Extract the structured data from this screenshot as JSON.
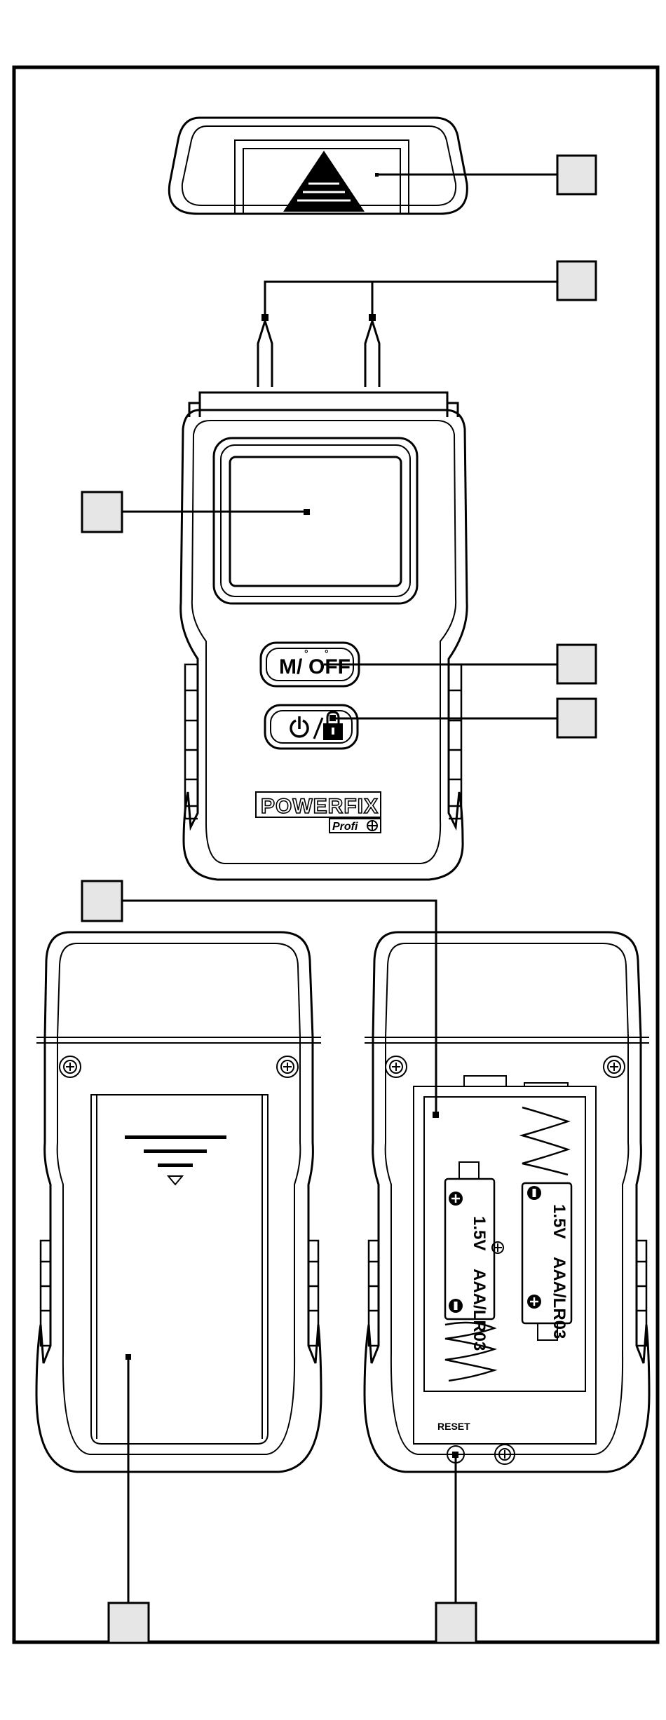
{
  "figure": {
    "buttons": {
      "mode_label": "M/",
      "off_label": "OFF"
    },
    "brand": {
      "name": "POWERFIX",
      "sub": "Profi"
    },
    "battery_left": {
      "polarity_top": "+",
      "voltage": "1.5V",
      "type": "AAA/LR03",
      "polarity_bottom": "−"
    },
    "battery_right": {
      "polarity_top": "−",
      "voltage": "1.5V",
      "type": "AAA/LR03",
      "polarity_bottom": "+"
    },
    "reset_label": "RESET",
    "callouts": [
      "",
      "",
      "",
      "",
      "",
      "",
      "",
      ""
    ]
  },
  "colors": {
    "line": "#000000",
    "callout_fill": "#e6e6e6",
    "background": "#ffffff"
  }
}
